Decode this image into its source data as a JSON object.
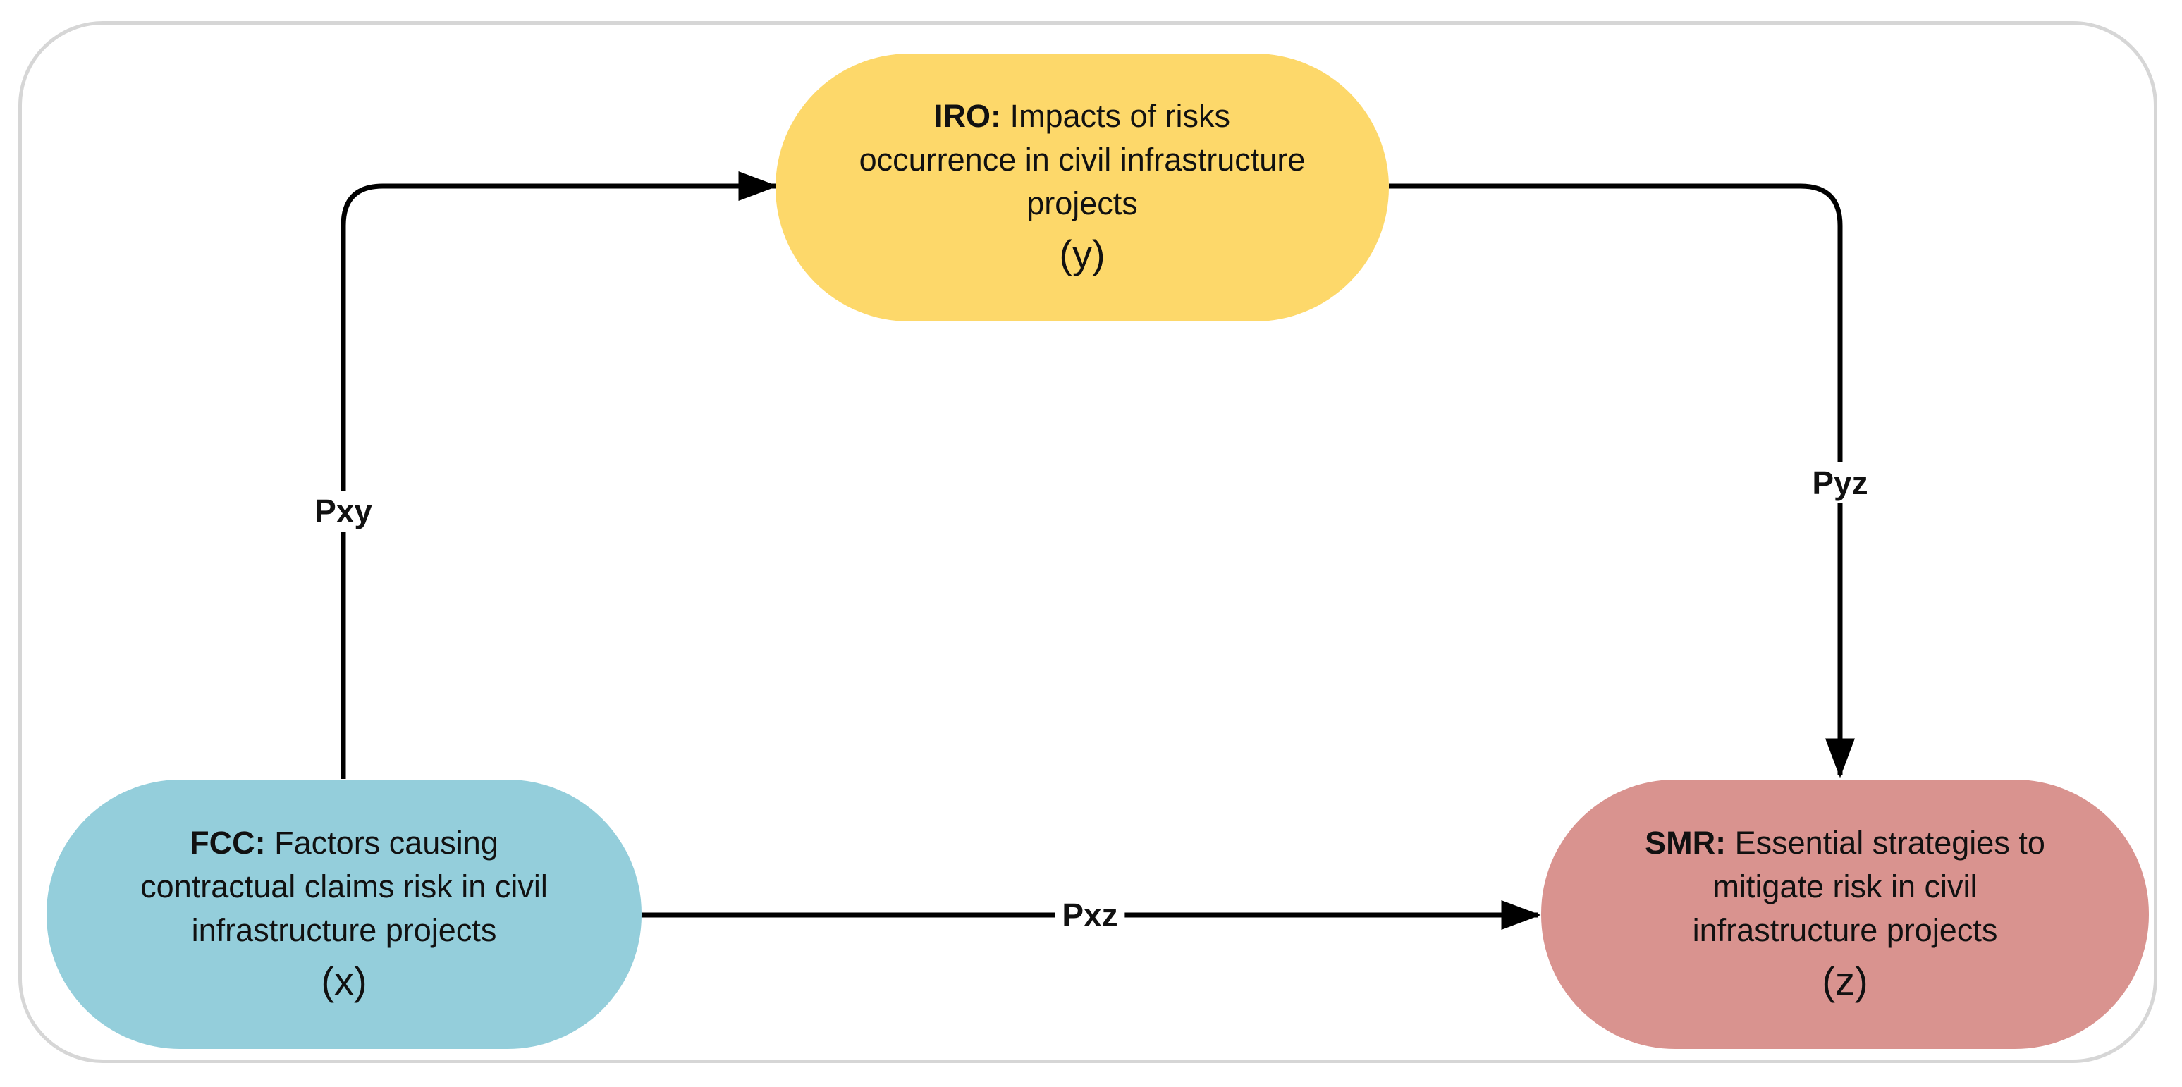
{
  "nodes": {
    "iro": {
      "code": "IRO:",
      "lines": [
        "Impacts of risks",
        "occurrence in civil infrastructure",
        "projects"
      ],
      "variable": "(y)",
      "color": "#fdd86a"
    },
    "fcc": {
      "code": "FCC:",
      "lines": [
        "Factors causing",
        "contractual claims risk in civil",
        "infrastructure projects"
      ],
      "variable": "(x)",
      "color": "#94cedb"
    },
    "smr": {
      "code": "SMR:",
      "lines": [
        "Essential strategies to",
        "mitigate risk in civil",
        "infrastructure projects"
      ],
      "variable": "(z)",
      "color": "#d9938f"
    }
  },
  "paths": {
    "pxy": "Pxy",
    "pyz": "Pyz",
    "pxz": "Pxz"
  },
  "colors": {
    "frame": "#d6d6d6",
    "connector": "#000000"
  }
}
